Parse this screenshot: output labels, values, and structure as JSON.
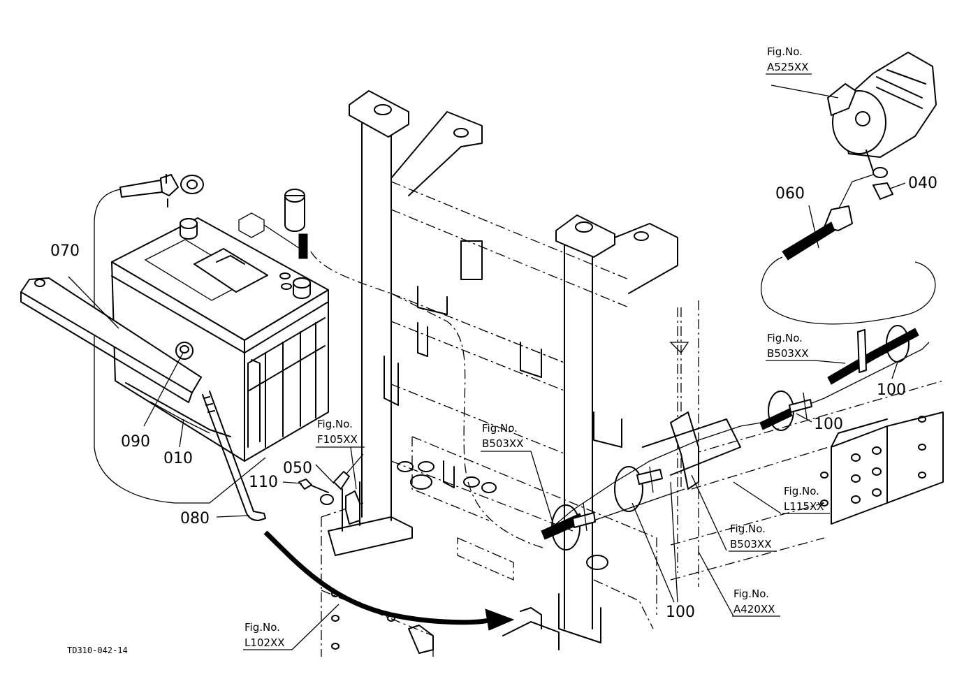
{
  "drawing_code": "TD310-042-14",
  "part_labels": [
    {
      "id": "p070",
      "text": "070"
    },
    {
      "id": "p090",
      "text": "090"
    },
    {
      "id": "p010",
      "text": "010"
    },
    {
      "id": "p050",
      "text": "050"
    },
    {
      "id": "p110",
      "text": "110"
    },
    {
      "id": "p080",
      "text": "080"
    },
    {
      "id": "p060",
      "text": "060"
    },
    {
      "id": "p040",
      "text": "040"
    },
    {
      "id": "p100a",
      "text": "100"
    },
    {
      "id": "p100b",
      "text": "100"
    },
    {
      "id": "p100c",
      "text": "100"
    }
  ],
  "fig_refs": [
    {
      "id": "fA525",
      "caption": "Fig.No.",
      "code": "A525XX"
    },
    {
      "id": "fB503a",
      "caption": "Fig.No.",
      "code": "B503XX"
    },
    {
      "id": "fF105",
      "caption": "Fig.No.",
      "code": "F105XX"
    },
    {
      "id": "fB503b",
      "caption": "Fig.No.",
      "code": "B503XX"
    },
    {
      "id": "fL115",
      "caption": "Fig.No.",
      "code": "L115XX"
    },
    {
      "id": "fB503c",
      "caption": "Fig.No.",
      "code": "B503XX"
    },
    {
      "id": "fA420",
      "caption": "Fig.No.",
      "code": "A420XX"
    },
    {
      "id": "fL102",
      "caption": "Fig.No.",
      "code": "L102XX"
    }
  ]
}
